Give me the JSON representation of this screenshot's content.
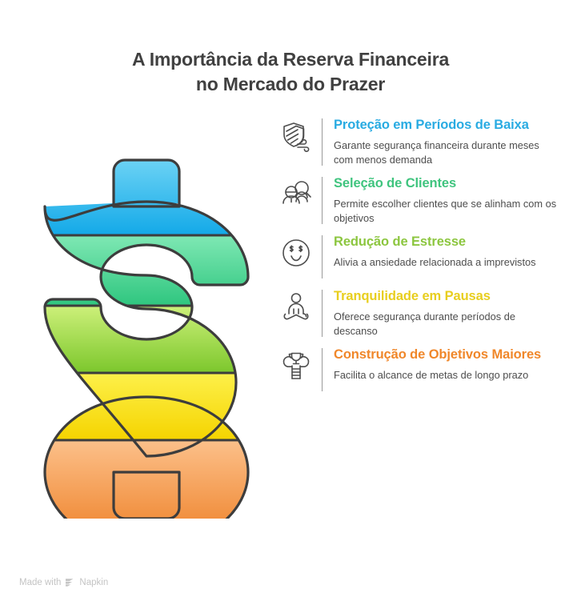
{
  "title": {
    "line1": "A Importância da Reserva Financeira",
    "line2": "no Mercado do Prazer"
  },
  "colors": {
    "blue": "#29abe2",
    "green": "#3fc47e",
    "lime": "#8cc63f",
    "yellow": "#e8ce1e",
    "orange": "#f0872a",
    "title_text": "#404040",
    "body_text": "#4d4d4d",
    "divider": "#9a9a9a",
    "icon_stroke": "#4d4d4d",
    "watermark": "#c4c4c4",
    "background": "#ffffff"
  },
  "illustration": {
    "name": "dollar-sign",
    "bands": [
      {
        "label": "blue",
        "fill_top": "#6fd4f5",
        "fill_bottom": "#13a9e8"
      },
      {
        "label": "green",
        "fill_top": "#7fe8b4",
        "fill_bottom": "#2fc67f"
      },
      {
        "label": "lime",
        "fill_top": "#cdf07a",
        "fill_bottom": "#7cc72c"
      },
      {
        "label": "yellow",
        "fill_top": "#fdf04a",
        "fill_bottom": "#f5d400"
      },
      {
        "label": "orange",
        "fill_top": "#fcc08a",
        "fill_bottom": "#f08a36"
      }
    ]
  },
  "features": [
    {
      "icon": "shield-wind-icon",
      "heading": "Proteção em Períodos de Baixa",
      "description": "Garante segurança financeira durante meses com menos demanda",
      "color_class": "c-blue"
    },
    {
      "icon": "client-search-icon",
      "heading": "Seleção de Clientes",
      "description": "Permite escolher clientes que se alinham com os objetivos",
      "color_class": "c-green"
    },
    {
      "icon": "money-smiley-icon",
      "heading": "Redução de Estresse",
      "description": "Alivia a ansiedade relacionada a imprevistos",
      "color_class": "c-lime"
    },
    {
      "icon": "meditation-icon",
      "heading": "Tranquilidade em Pausas",
      "description": "Oferece segurança durante períodos de descanso",
      "color_class": "c-yellow"
    },
    {
      "icon": "trophy-ladder-cloud-icon",
      "heading": "Construção de Objetivos Maiores",
      "description": "Facilita o alcance de metas de longo prazo",
      "color_class": "c-orange"
    }
  ],
  "watermark": {
    "prefix": "Made with",
    "brand": "Napkin"
  }
}
